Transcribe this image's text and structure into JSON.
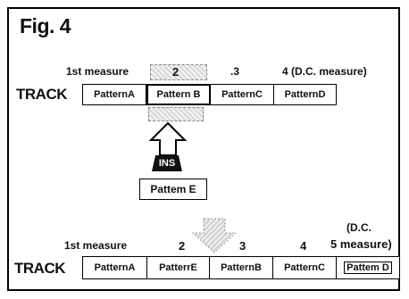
{
  "figure": {
    "title": "Fig. 4"
  },
  "top": {
    "measures": {
      "m1": "1st measure",
      "m2": "2",
      "m3": ".3",
      "m4": "4 (D.C. measure)"
    },
    "track_label": "TRACK",
    "patterns": [
      "PatternA",
      "Pattern B",
      "PatternC",
      "PatternD"
    ]
  },
  "insert": {
    "button_label": "INS",
    "pattern_label": "Pattem E"
  },
  "bottom": {
    "measures": {
      "m1": "1st measure",
      "m2": "2",
      "m3": "3",
      "m4": "4",
      "m5_line1": "(D.C.",
      "m5_line2": "5 measure)"
    },
    "track_label": "TRACK",
    "patterns": [
      "PatternA",
      "PatterrE",
      "PatternB",
      "PatternC",
      "Pattem D"
    ]
  }
}
